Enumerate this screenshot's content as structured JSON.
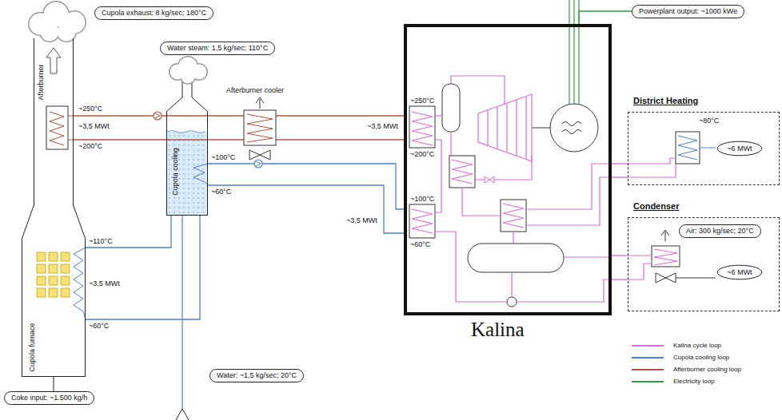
{
  "diagram": {
    "nodes": [
      {
        "text": [
          "Cupola exhaust: 8 kg/sec; 180°C"
        ]
      },
      {
        "text": [
          "Powerplant output: ~1000 kWe"
        ]
      },
      {
        "text": [
          "Water steam: 1,5 kg/sec; 110°C"
        ]
      },
      {
        "text": [
          "Afterburner"
        ]
      },
      {
        "text": [
          "Cupola cooling"
        ]
      },
      {
        "text": [
          "Kalina"
        ]
      },
      {
        "text": [
          "District Heating"
        ]
      },
      {
        "text": [
          "~6 MWt"
        ],
        "in": 6
      },
      {
        "text": [
          "Condenser"
        ]
      },
      {
        "text": [
          "Air: 300 kg/sec; 20°C"
        ],
        "in": 8
      },
      {
        "text": [
          "~6 MWt"
        ],
        "in": 8
      },
      {
        "text": [
          "Cupola furnace"
        ]
      },
      {
        "text": [
          "Coke input: ~1.500 kg/h"
        ]
      },
      {
        "text": [
          "Water: ~1,5 kg/sec; 20°C"
        ]
      }
    ],
    "edges": [
      {
        "from": 3,
        "to": 5,
        "arrow": "none"
      },
      {
        "from": 3,
        "to": 5,
        "arrow": "none"
      },
      {
        "from": 4,
        "to": 5,
        "arrow": "none"
      },
      {
        "from": 4,
        "to": 5,
        "arrow": "none"
      },
      {
        "from": 11,
        "to": 4,
        "arrow": "none"
      },
      {
        "from": 11,
        "to": 4,
        "arrow": "none"
      },
      {
        "from": 5,
        "to": 6,
        "arrow": "none"
      },
      {
        "from": 5,
        "to": 6,
        "arrow": "none"
      },
      {
        "from": 5,
        "to": 8,
        "arrow": "none"
      },
      {
        "from": 5,
        "to": 8,
        "arrow": "none"
      },
      {
        "from": 1,
        "to": 5,
        "arrow": "none"
      }
    ],
    "labels": [
      "~250°C",
      "~3,5 MWt",
      "~200°C",
      "Afterburner cooler",
      "~100°C",
      "~60°C",
      "~110°C",
      "~3,5 MWt",
      "~60°C",
      "~250°C",
      "~3,5 MWt",
      "~200°C",
      "~100°C",
      "~3,5 MWt",
      "~60°C",
      "~80°C"
    ],
    "legend": [
      {
        "text": "Kalina cycle loop",
        "color": "#e06ad6"
      },
      {
        "text": "Cupola cooling loop",
        "color": "#4c7fd6"
      },
      {
        "text": "Afterburner cooling loop",
        "color": "#b4533a"
      },
      {
        "text": "Electricity loop",
        "color": "#2f9e44"
      }
    ]
  }
}
